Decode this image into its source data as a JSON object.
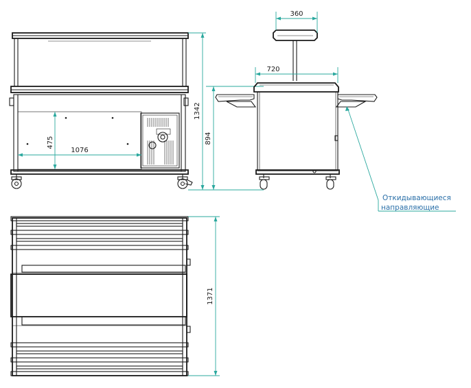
{
  "dimensions": {
    "side_top_width": "360",
    "side_body_width": "720",
    "front_total_height": "1342",
    "front_body_height": "894",
    "front_inner_height": "475",
    "front_inner_width": "1076",
    "plan_depth": "1371"
  },
  "note": {
    "line1": "Откидывающиеся",
    "line2": "направляющие"
  },
  "colors": {
    "line": "#1a1a1a",
    "dimension": "#2aa89e",
    "note_text": "#2a6fa8",
    "background": "#ffffff"
  }
}
